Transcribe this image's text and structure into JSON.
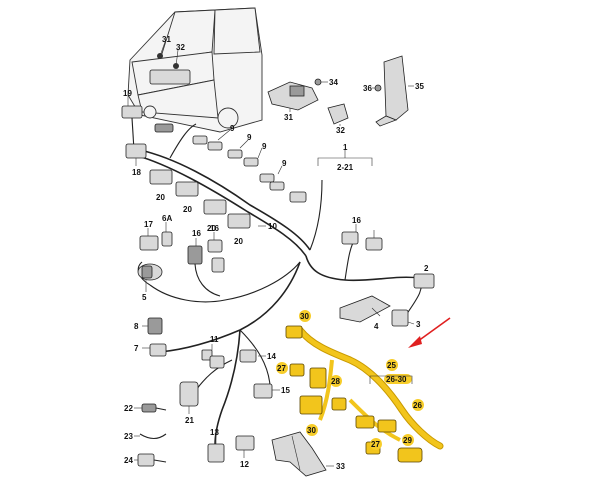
{
  "labels": {
    "l31a": "31",
    "l32a": "32",
    "l19": "19",
    "l9a": "9",
    "l9b": "9",
    "l9c": "9",
    "l9d": "9",
    "l18": "18",
    "l20a": "20",
    "l20b": "20",
    "l20c": "20",
    "l20d": "20",
    "l34": "34",
    "l31b": "31",
    "l32b": "32",
    "l36": "36",
    "l35": "35",
    "l1": "1",
    "l2_21": "2-21",
    "l17": "17",
    "l6a": "6A",
    "l16a": "16",
    "l16b": "16",
    "l10": "10",
    "l5": "5",
    "l8": "8",
    "l7": "7",
    "l11": "11",
    "l14": "14",
    "l2": "2",
    "l3": "3",
    "l22": "22",
    "l23": "23",
    "l24": "24",
    "l21": "21",
    "l13": "13",
    "l12": "12",
    "l15": "15",
    "l33": "33",
    "l4": "4",
    "l30a": "30",
    "l27a": "27",
    "l28": "28",
    "l25": "25",
    "l26_30": "26-30",
    "l26": "26",
    "l27b": "27",
    "l29": "29",
    "l30b": "30"
  },
  "colors": {
    "highlight": "#f7cd2a",
    "harness_part": "#f2c51c",
    "arrow": "#e02020"
  }
}
